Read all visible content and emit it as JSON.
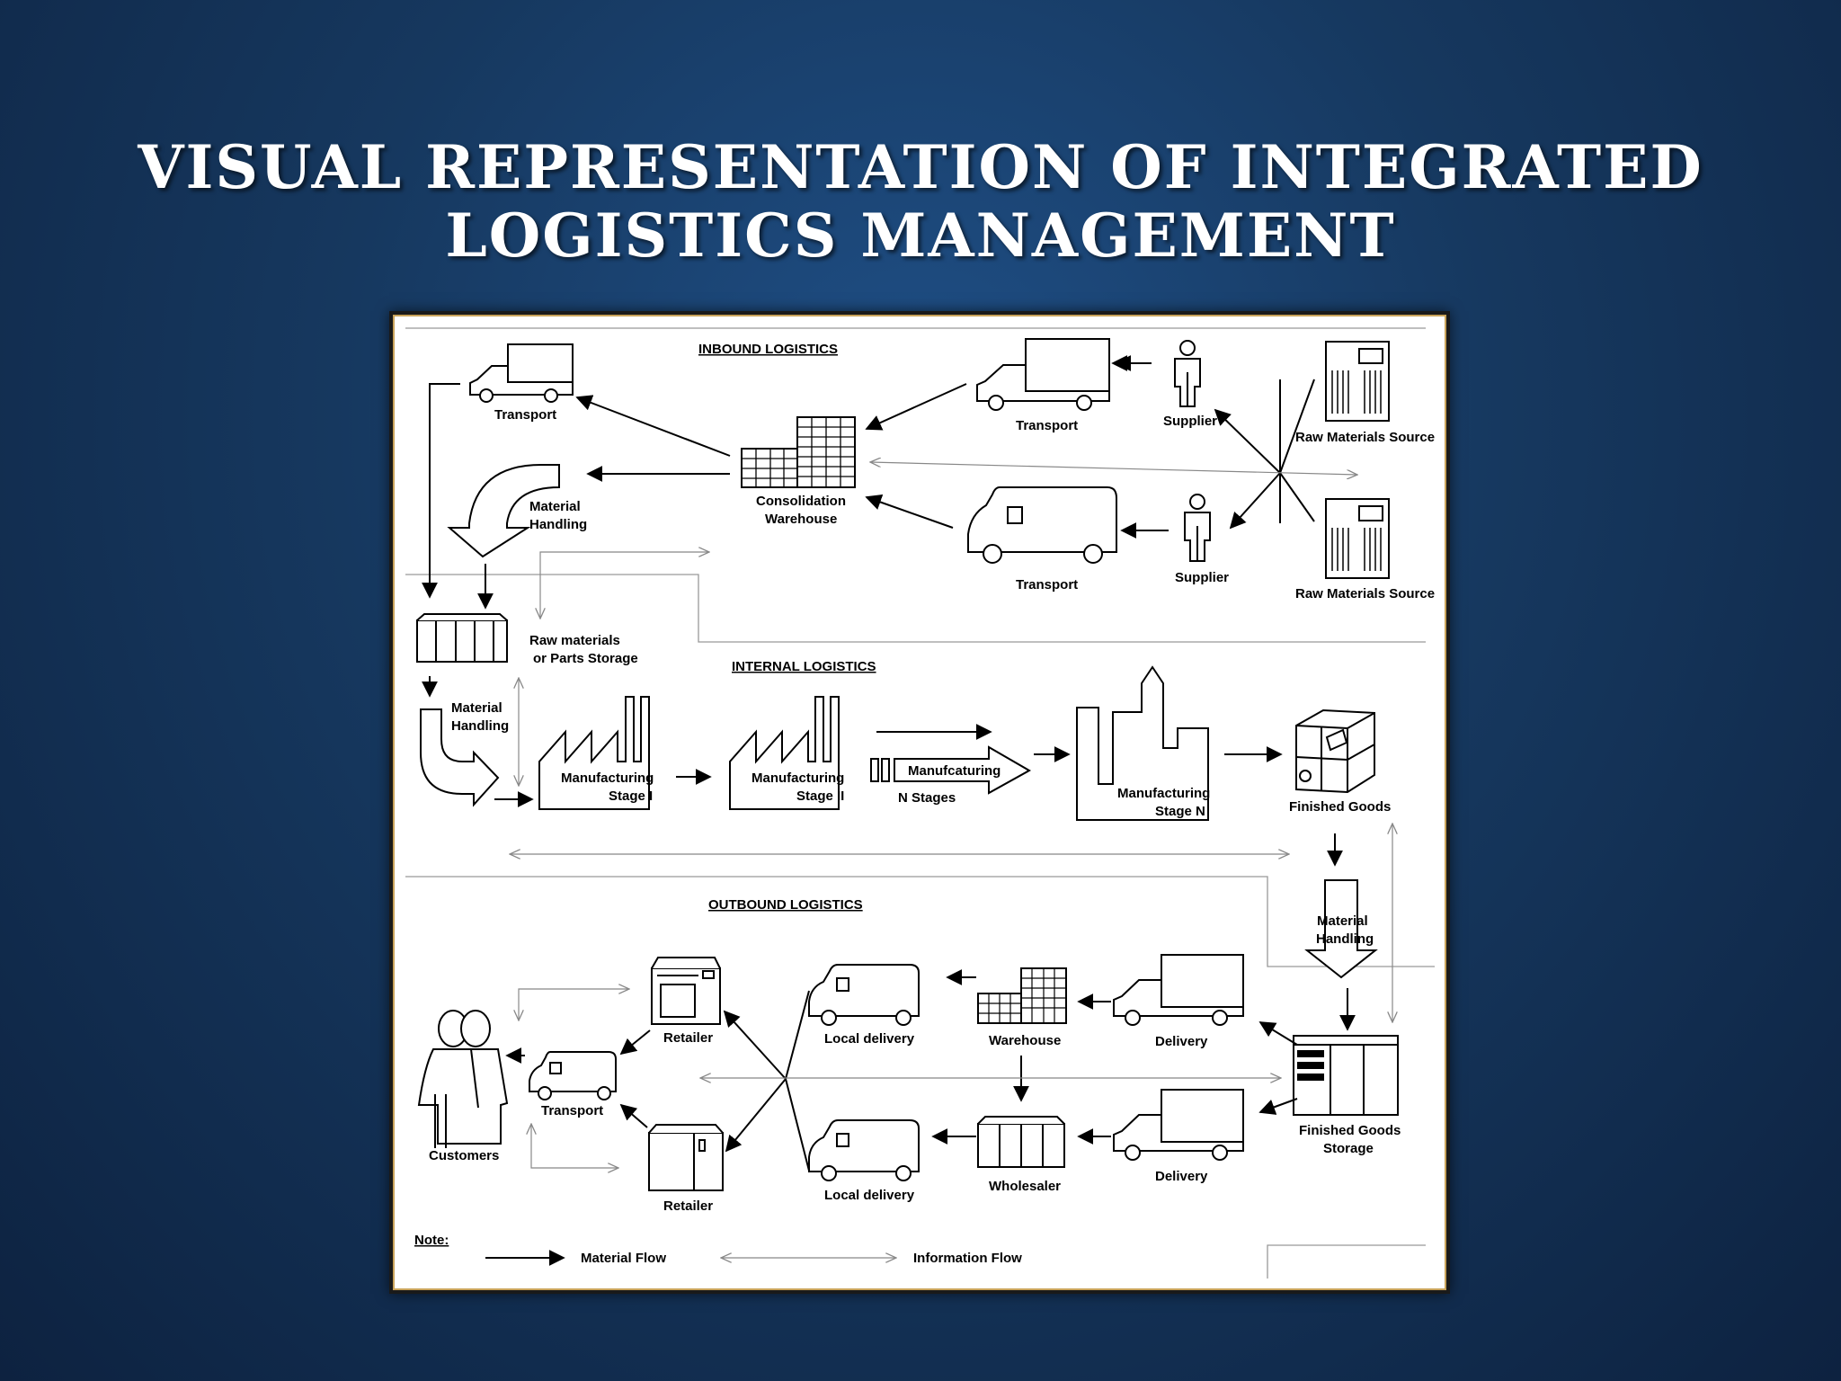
{
  "slide": {
    "title_line1": "VISUAL REPRESENTATION OF INTEGRATED",
    "title_line2": "LOGISTICS MANAGEMENT"
  },
  "diagram": {
    "sections": {
      "inbound": "INBOUND LOGISTICS",
      "internal": "INTERNAL LOGISTICS",
      "outbound": "OUTBOUND LOGISTICS"
    },
    "inbound": {
      "transport_left": "Transport",
      "transport_top": "Transport",
      "transport_bottom": "Transport",
      "supplier_top": "Supplier",
      "supplier_bottom": "Supplier",
      "raw_source_top": "Raw Materials Source",
      "raw_source_bottom": "Raw Materials Source",
      "consolidation_1": "Consolidation",
      "consolidation_2": "Warehouse",
      "material_handling_1": "Material",
      "material_handling_2": "Handling"
    },
    "internal": {
      "raw_storage_1": "Raw materials",
      "raw_storage_2": "or Parts Storage",
      "material_handling_1": "Material",
      "material_handling_2": "Handling",
      "stage1_1": "Manufacturing",
      "stage1_2": "Stage I",
      "stage2_1": "Manufacturing",
      "stage2_2": "Stage II",
      "n_stages_1": "Manufcaturing",
      "n_stages_2": "N Stages",
      "stageN_1": "Manufacturing",
      "stageN_2": "Stage N",
      "finished_goods": "Finished Goods"
    },
    "outbound": {
      "material_handling_1": "Material",
      "material_handling_2": "Handling",
      "fg_storage_1": "Finished Goods",
      "fg_storage_2": "Storage",
      "delivery_top": "Delivery",
      "delivery_bottom": "Delivery",
      "warehouse": "Warehouse",
      "wholesaler": "Wholesaler",
      "local_delivery_top": "Local delivery",
      "local_delivery_bottom": "Local delivery",
      "retailer_top": "Retailer",
      "retailer_bottom": "Retailer",
      "transport": "Transport",
      "customers": "Customers"
    },
    "legend": {
      "note": "Note:",
      "material_flow": "Material Flow",
      "information_flow": "Information Flow"
    }
  }
}
